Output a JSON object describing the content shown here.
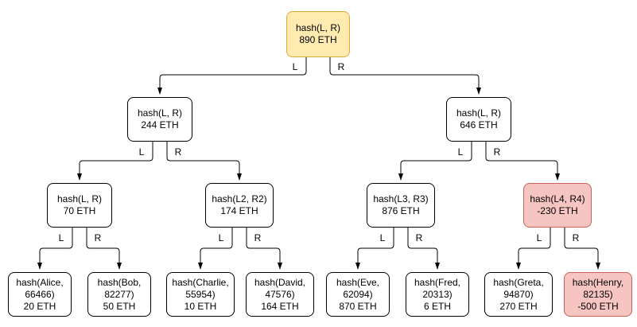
{
  "colors": {
    "background": "#ffffff",
    "edge": "#000000",
    "node-fill": "#ffffff",
    "node-border": "#000000",
    "root-fill": "#ffeab0",
    "root-border": "#d6a938",
    "negative-fill": "#f6c5c2",
    "negative-border": "#c26156"
  },
  "edge_labels": {
    "left": "L",
    "right": "R"
  },
  "nodes": {
    "root": {
      "label": "hash(L, R)",
      "value": "890 ETH"
    },
    "left": {
      "label": "hash(L, R)",
      "value": "244 ETH"
    },
    "right": {
      "label": "hash(L, R)",
      "value": "646 ETH"
    },
    "left_left": {
      "label": "hash(L, R)",
      "value": "70 ETH"
    },
    "left_right": {
      "label": "hash(L2, R2)",
      "value": "174 ETH"
    },
    "right_left": {
      "label": "hash(L3, R3)",
      "value": "876 ETH"
    },
    "right_right": {
      "label": "hash(L4, R4)",
      "value": "-230 ETH"
    },
    "leaf_alice": {
      "label": "hash(Alice, 66466)",
      "value": "20 ETH"
    },
    "leaf_bob": {
      "label": "hash(Bob, 82277)",
      "value": "50 ETH"
    },
    "leaf_charlie": {
      "label": "hash(Charlie, 55954)",
      "value": "10 ETH"
    },
    "leaf_david": {
      "label": "hash(David, 47576)",
      "value": "164 ETH"
    },
    "leaf_eve": {
      "label": "hash(Eve, 62094)",
      "value": "870 ETH"
    },
    "leaf_fred": {
      "label": "hash(Fred, 20313)",
      "value": "6 ETH"
    },
    "leaf_greta": {
      "label": "hash(Greta, 94870)",
      "value": "270 ETH"
    },
    "leaf_henry": {
      "label": "hash(Henry, 82135)",
      "value": "-500 ETH"
    }
  }
}
